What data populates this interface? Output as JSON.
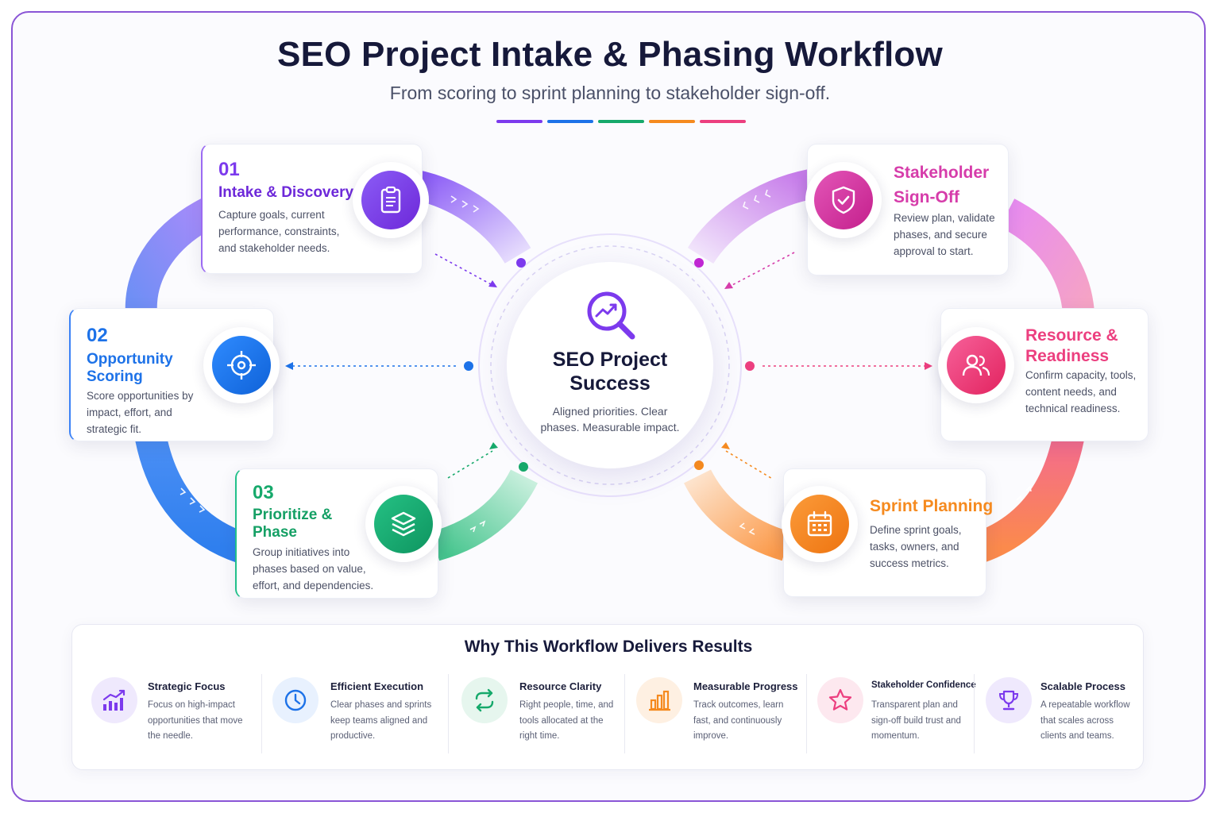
{
  "header": {
    "title": "SEO Project Intake & Phasing Workflow",
    "subtitle": "From scoring to sprint planning to stakeholder sign-off."
  },
  "colors": {
    "purple": "#7c3aed",
    "blue": "#1d72e8",
    "green": "#16a96b",
    "orange": "#f58a1f",
    "pink": "#ec3f7f",
    "magenta": "#d63caa",
    "navy": "#16193a"
  },
  "hub": {
    "title_line1": "SEO Project",
    "title_line2": "Success",
    "description": "Aligned priorities. Clear phases. Measurable impact.",
    "icon": "magnifier-chart-icon"
  },
  "steps": [
    {
      "id": "intake",
      "number": "01",
      "title": "Intake & Discovery",
      "description": "Capture goals, current performance, constraints, and stakeholder needs.",
      "icon": "clipboard-icon",
      "color": "#7c3aed"
    },
    {
      "id": "scoring",
      "number": "02",
      "title_line1": "Opportunity",
      "title_line2": "Scoring",
      "description": "Score opportunities by impact, effort, and strategic fit.",
      "icon": "target-icon",
      "color": "#1d72e8"
    },
    {
      "id": "prioritize",
      "number": "03",
      "title_line1": "Prioritize &",
      "title_line2": "Phase",
      "description": "Group initiatives into phases based on value, effort, and dependencies.",
      "icon": "layers-icon",
      "color": "#16a96b"
    },
    {
      "id": "sprint",
      "title": "Sprint Planning",
      "description": "Define sprint goals, tasks, owners, and success metrics.",
      "icon": "calendar-icon",
      "color": "#f58a1f"
    },
    {
      "id": "resource",
      "title_line1": "Resource &",
      "title_line2": "Readiness",
      "description": "Confirm capacity, tools, content needs, and technical readiness.",
      "icon": "users-icon",
      "color": "#ec3f7f"
    },
    {
      "id": "signoff",
      "title_line1": "Stakeholder",
      "title_line2": "Sign-Off",
      "description": "Review plan, validate phases, and secure approval to start.",
      "icon": "shield-check-icon",
      "color": "#d63caa"
    }
  ],
  "benefits": {
    "title": "Why This Workflow Delivers Results",
    "items": [
      {
        "name": "Strategic Focus",
        "description": "Focus on high-impact opportunities that move the needle.",
        "icon": "trend-chart-icon",
        "color": "#7c3aed"
      },
      {
        "name": "Efficient Execution",
        "description": "Clear phases and sprints keep teams aligned and productive.",
        "icon": "clock-icon",
        "color": "#1d72e8"
      },
      {
        "name": "Resource Clarity",
        "description": "Right people, time, and tools allocated at the right time.",
        "icon": "repeat-icon",
        "color": "#16a96b"
      },
      {
        "name": "Measurable Progress",
        "description": "Track outcomes, learn fast, and continuously improve.",
        "icon": "bar-chart-icon",
        "color": "#f58a1f"
      },
      {
        "name": "Stakeholder Confidence",
        "description": "Transparent plan and sign-off build trust and momentum.",
        "icon": "star-icon",
        "color": "#ec3f7f"
      },
      {
        "name": "Scalable Process",
        "description": "A repeatable workflow that scales across clients and teams.",
        "icon": "trophy-icon",
        "color": "#7c3aed"
      }
    ]
  }
}
